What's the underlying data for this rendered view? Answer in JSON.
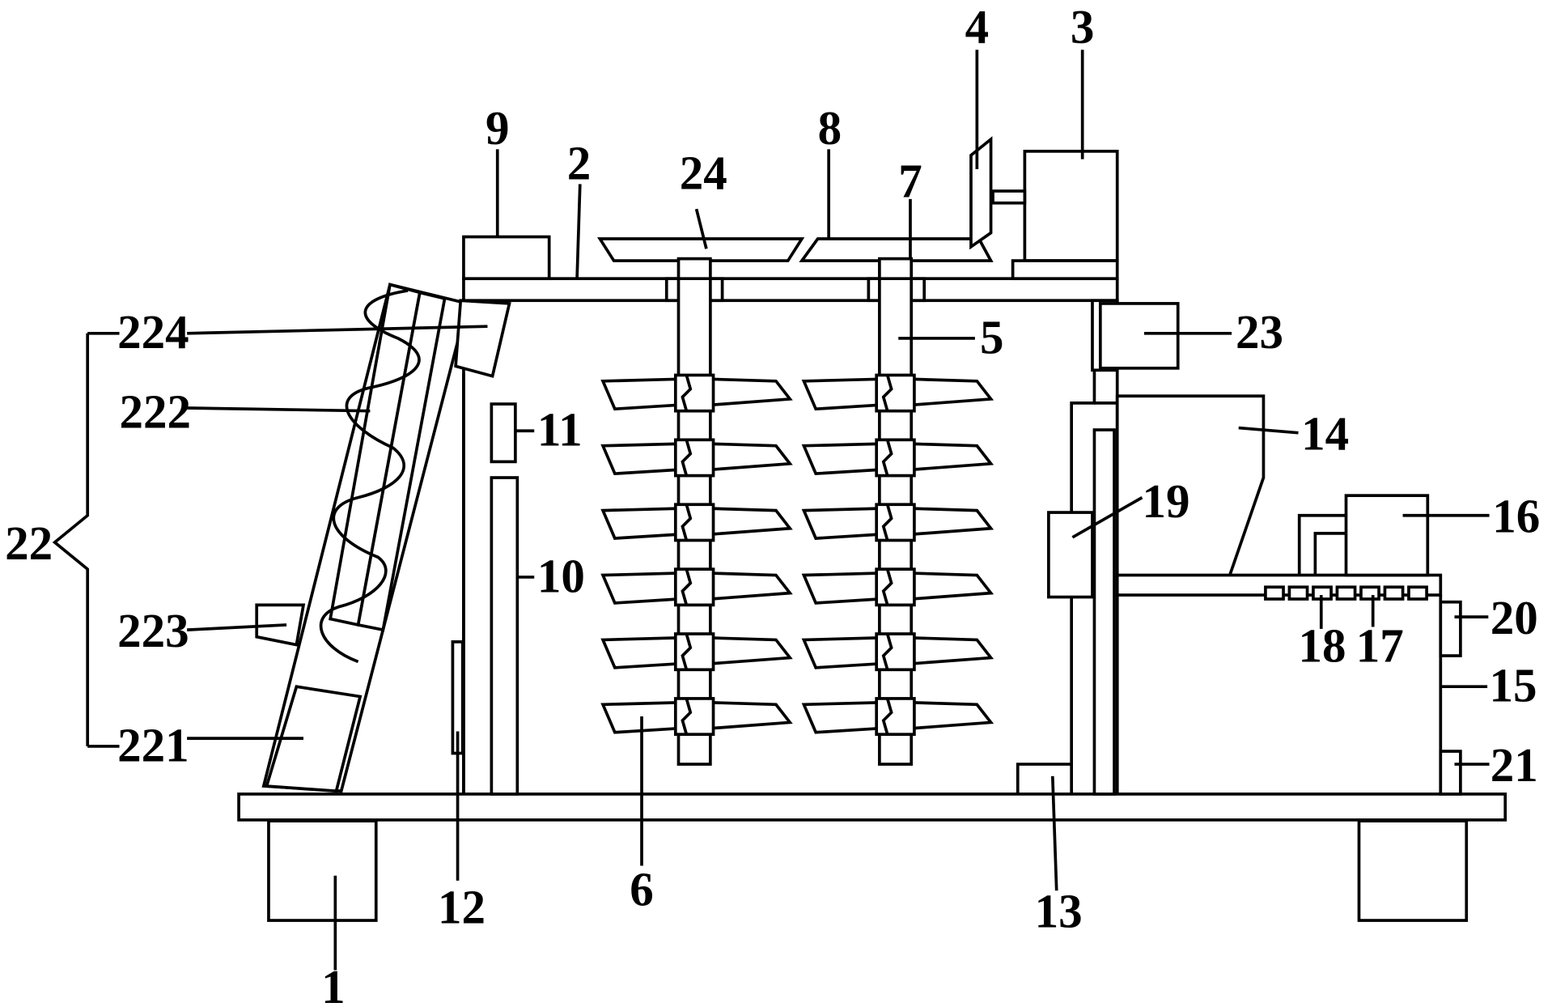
{
  "labels": {
    "l1": "1",
    "l2": "2",
    "l3": "3",
    "l4": "4",
    "l5": "5",
    "l6": "6",
    "l7": "7",
    "l8": "8",
    "l9": "9",
    "l10": "10",
    "l11": "11",
    "l12": "12",
    "l13": "13",
    "l14": "14",
    "l15": "15",
    "l16": "16",
    "l17": "17",
    "l18": "18",
    "l19": "19",
    "l20": "20",
    "l21": "21",
    "l22": "22",
    "l23": "23",
    "l24": "24",
    "l221": "221",
    "l222": "222",
    "l223": "223",
    "l224": "224"
  },
  "colors": {
    "stroke": "#000000",
    "background": "#ffffff"
  }
}
